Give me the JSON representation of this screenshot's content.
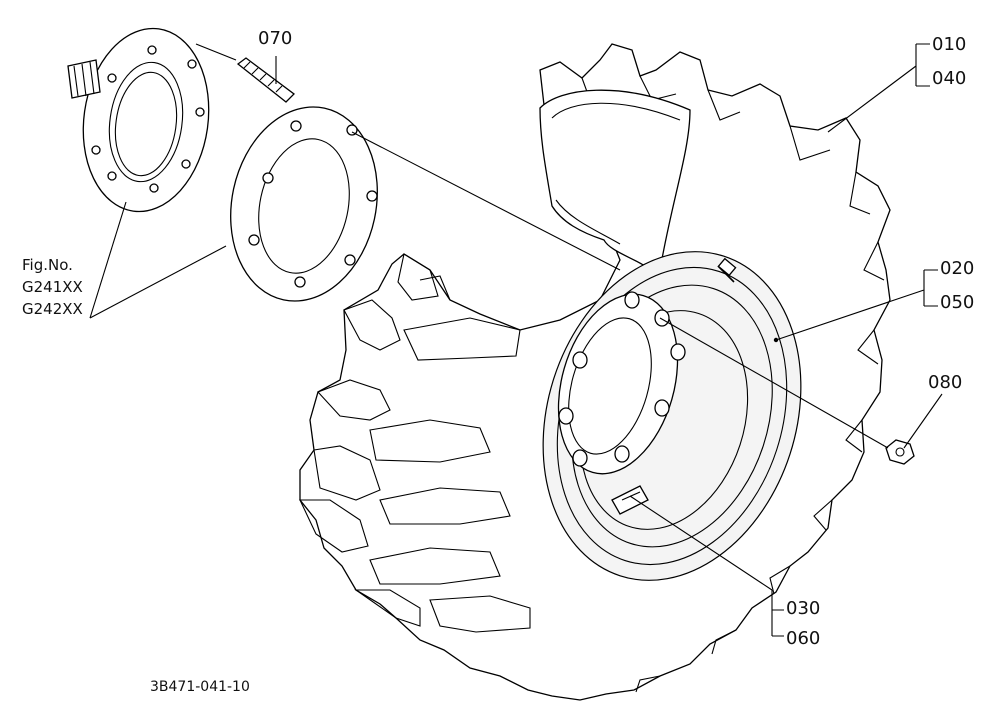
{
  "diagram": {
    "callouts": {
      "c070": "070",
      "c010": "010",
      "c040": "040",
      "c020": "020",
      "c050": "050",
      "c080": "080",
      "c030": "030",
      "c060": "060"
    },
    "figure_ref": {
      "label": "Fig.No.",
      "codes": [
        "G241XX",
        "G242XX"
      ]
    },
    "drawing_number": "3B471-041-10"
  }
}
